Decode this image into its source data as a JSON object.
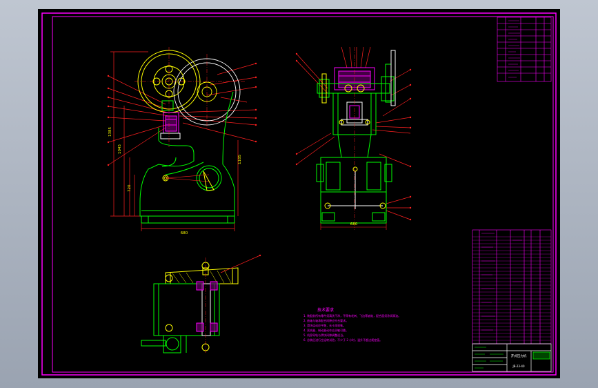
{
  "dimensions": {
    "front_width": "680",
    "front_height": "720",
    "dim_a": "1385",
    "dim_b": "1045",
    "dim_c": "1185",
    "side_width": "680"
  },
  "title_block": {
    "main_title": "开式压力机",
    "drawing_no": "JB-23-40"
  },
  "tech_notes": {
    "heading": "技术要求",
    "lines": [
      "1. 装配前所有零件须清洗干净，不得有毛刺、飞边等缺陷，配合面须涂润滑油。",
      "2. 曲轴与轴承配合间隙应符合要求。",
      "3. 滑块运动应平稳，无卡滞现象。",
      "4. 离合器、制动器动作应灵敏可靠。",
      "5. 机身导轨与滑块间隙调整适当。",
      "6. 总装后进行空运转试验，不少于 2 小时，温升不超过规定值。"
    ]
  },
  "colors": {
    "green": "#00ff00",
    "yellow": "#ffff00",
    "red": "#ff2020",
    "magenta": "#ff00ff",
    "white": "#ffffff",
    "cyan": "#00ffff",
    "blue": "#3060ff",
    "frame": "#ff00ff",
    "background": "#000000"
  }
}
